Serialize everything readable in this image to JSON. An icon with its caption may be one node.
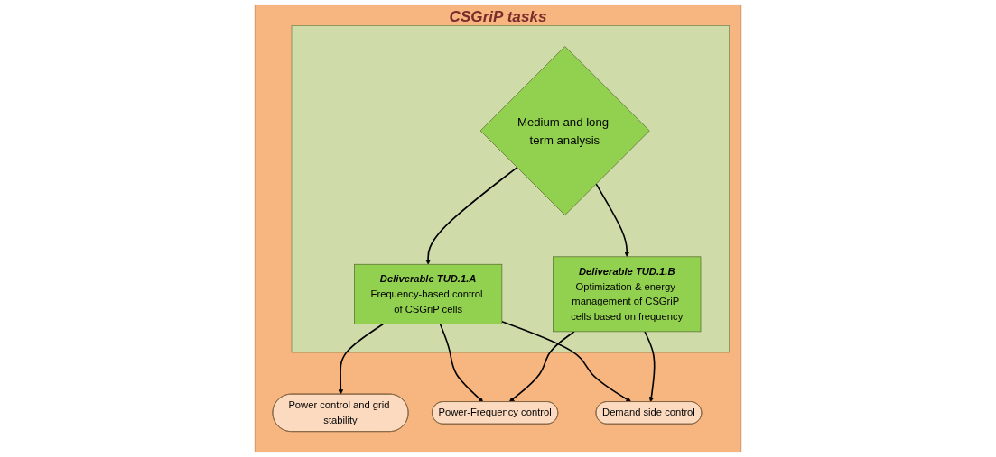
{
  "diagram": {
    "nodes": [
      {
        "text": [
          "CSGriP tasks"
        ]
      },
      {
        "text": [],
        "shape": "box",
        "in": 0
      },
      {
        "text": [
          "Medium and long term analysis"
        ],
        "in": 1
      },
      {
        "text": [
          "Deliverable TUD.1.A",
          "Frequency-based control of CSGriP cells"
        ],
        "in": 1
      },
      {
        "text": [
          "Deliverable TUD.1.B",
          "Optimization & energy management of CSGriP cells based on frequency"
        ],
        "in": 1
      },
      {
        "text": [
          "Power control and grid stability"
        ],
        "in": 0
      },
      {
        "text": [
          "Power-Frequency control"
        ],
        "in": 0
      },
      {
        "text": [
          "Demand side control"
        ],
        "in": 0
      }
    ],
    "edges": [
      {
        "from": 2,
        "to": 3,
        "arrow": "to"
      },
      {
        "from": 2,
        "to": 4,
        "arrow": "to"
      },
      {
        "from": 3,
        "to": 5,
        "arrow": "to"
      },
      {
        "from": 3,
        "to": 6,
        "arrow": "to"
      },
      {
        "from": 3,
        "to": 7,
        "arrow": "to"
      },
      {
        "from": 4,
        "to": 6,
        "arrow": "to"
      },
      {
        "from": 4,
        "to": 7,
        "arrow": "to"
      }
    ]
  }
}
